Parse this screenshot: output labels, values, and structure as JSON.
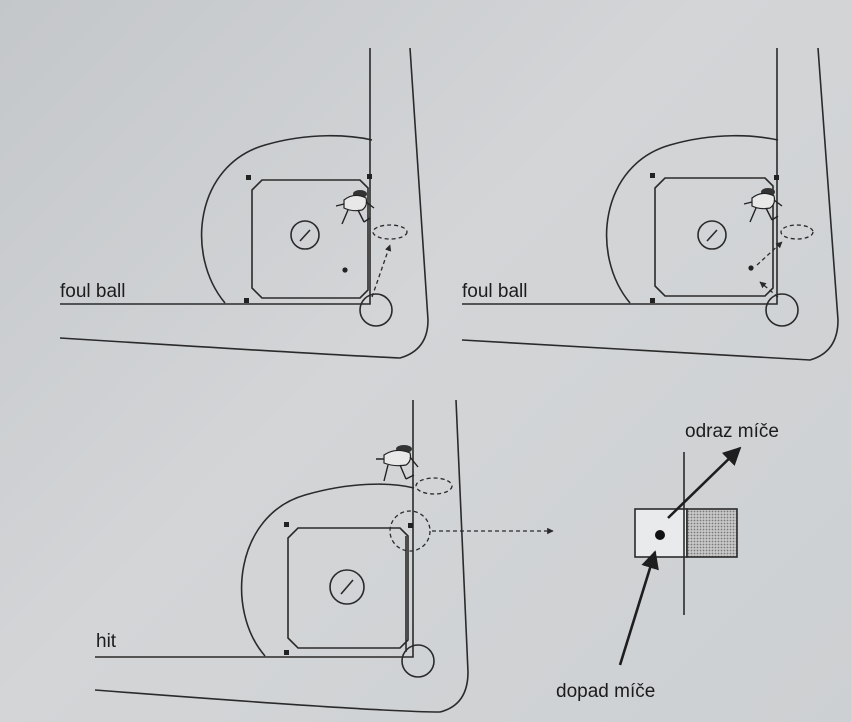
{
  "labels": {
    "panel1": "foul ball",
    "panel2": "foul ball",
    "panel3": "hit",
    "bounce": "odraz míče",
    "landing": "dopad míče"
  }
}
